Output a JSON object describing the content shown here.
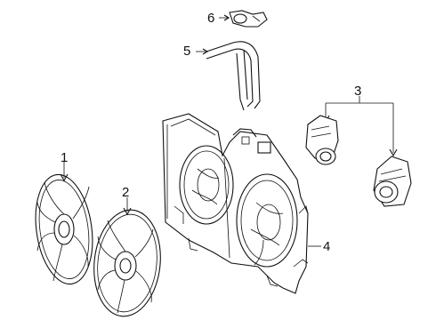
{
  "callouts": {
    "c1": "1",
    "c2": "2",
    "c3": "3",
    "c4": "4",
    "c5": "5",
    "c6": "6"
  },
  "colors": {
    "line": "#111111",
    "background": "#ffffff"
  },
  "icons": [
    "fan-blade-icon",
    "fan-shroud-icon",
    "resistor-icon",
    "hose-icon",
    "clamp-icon"
  ]
}
